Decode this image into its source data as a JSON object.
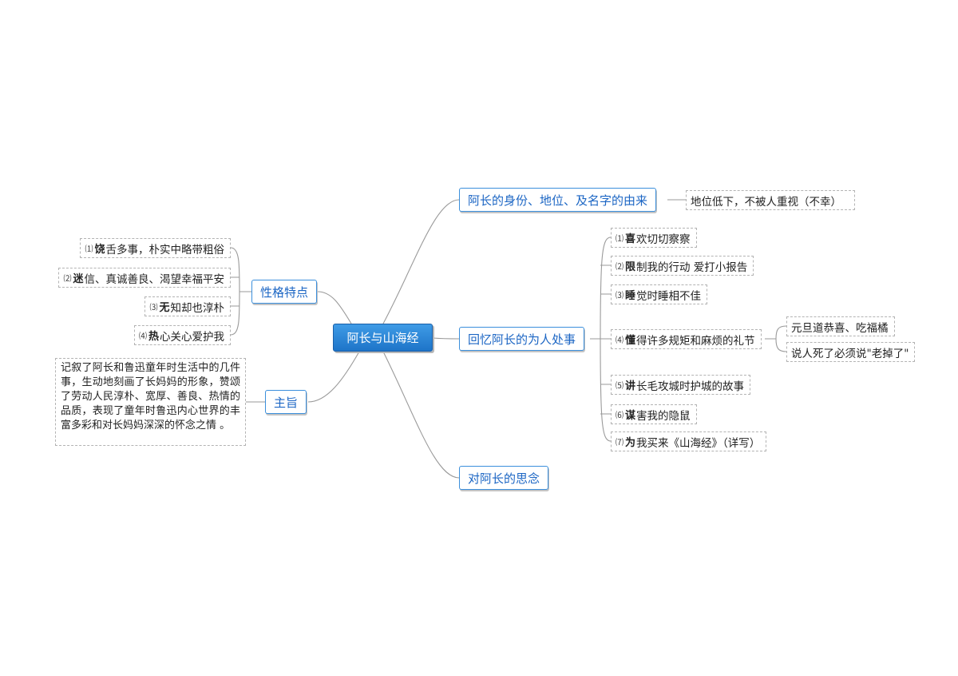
{
  "root": {
    "label": "阿长与山海经"
  },
  "branches": {
    "identity": {
      "label": "阿长的身份、地位、及名字的由来",
      "detail": "地位低下，不被人重视（不幸）"
    },
    "personality": {
      "label": "性格特点",
      "items": [
        {
          "num": "⑴",
          "key": "饶",
          "text": "舌多事，朴实中略带粗俗"
        },
        {
          "num": "⑵",
          "key": "迷",
          "text": "信、真诚善良、渴望幸福平安"
        },
        {
          "num": "⑶",
          "key": "无",
          "text": "知却也淳朴"
        },
        {
          "num": "⑷",
          "key": "热",
          "text": "心关心爱护我"
        }
      ]
    },
    "theme": {
      "label": "主旨",
      "note": "记叙了阿长和鲁迅童年时生活中的几件事，生动地刻画了长妈妈的形象，赞颂了劳动人民淳朴、宽厚、善良、热情的品质，表现了童年时鲁迅内心世界的丰富多彩和对长妈妈深深的怀念之情 。"
    },
    "memories": {
      "label": "回忆阿长的为人处事",
      "items": [
        {
          "num": "⑴",
          "key": "喜",
          "text": "欢切切察察"
        },
        {
          "num": "⑵",
          "key": "限",
          "text": "制我的行动 爱打小报告"
        },
        {
          "num": "⑶",
          "key": "睡",
          "text": "觉时睡相不佳"
        },
        {
          "num": "⑷",
          "key": "懂",
          "text": "得许多规矩和麻烦的礼节"
        },
        {
          "num": "⑸",
          "key": "讲",
          "text": "长毛攻城时护城的故事"
        },
        {
          "num": "⑹",
          "key": "谋",
          "text": "害我的隐鼠"
        },
        {
          "num": "⑺",
          "key": "为",
          "text": "我买来《山海经》（详写）"
        }
      ],
      "rules": [
        "元旦道恭喜、吃福橘",
        "说人死了必须说\"老掉了\""
      ]
    },
    "missing": {
      "label": "对阿长的思念"
    }
  }
}
